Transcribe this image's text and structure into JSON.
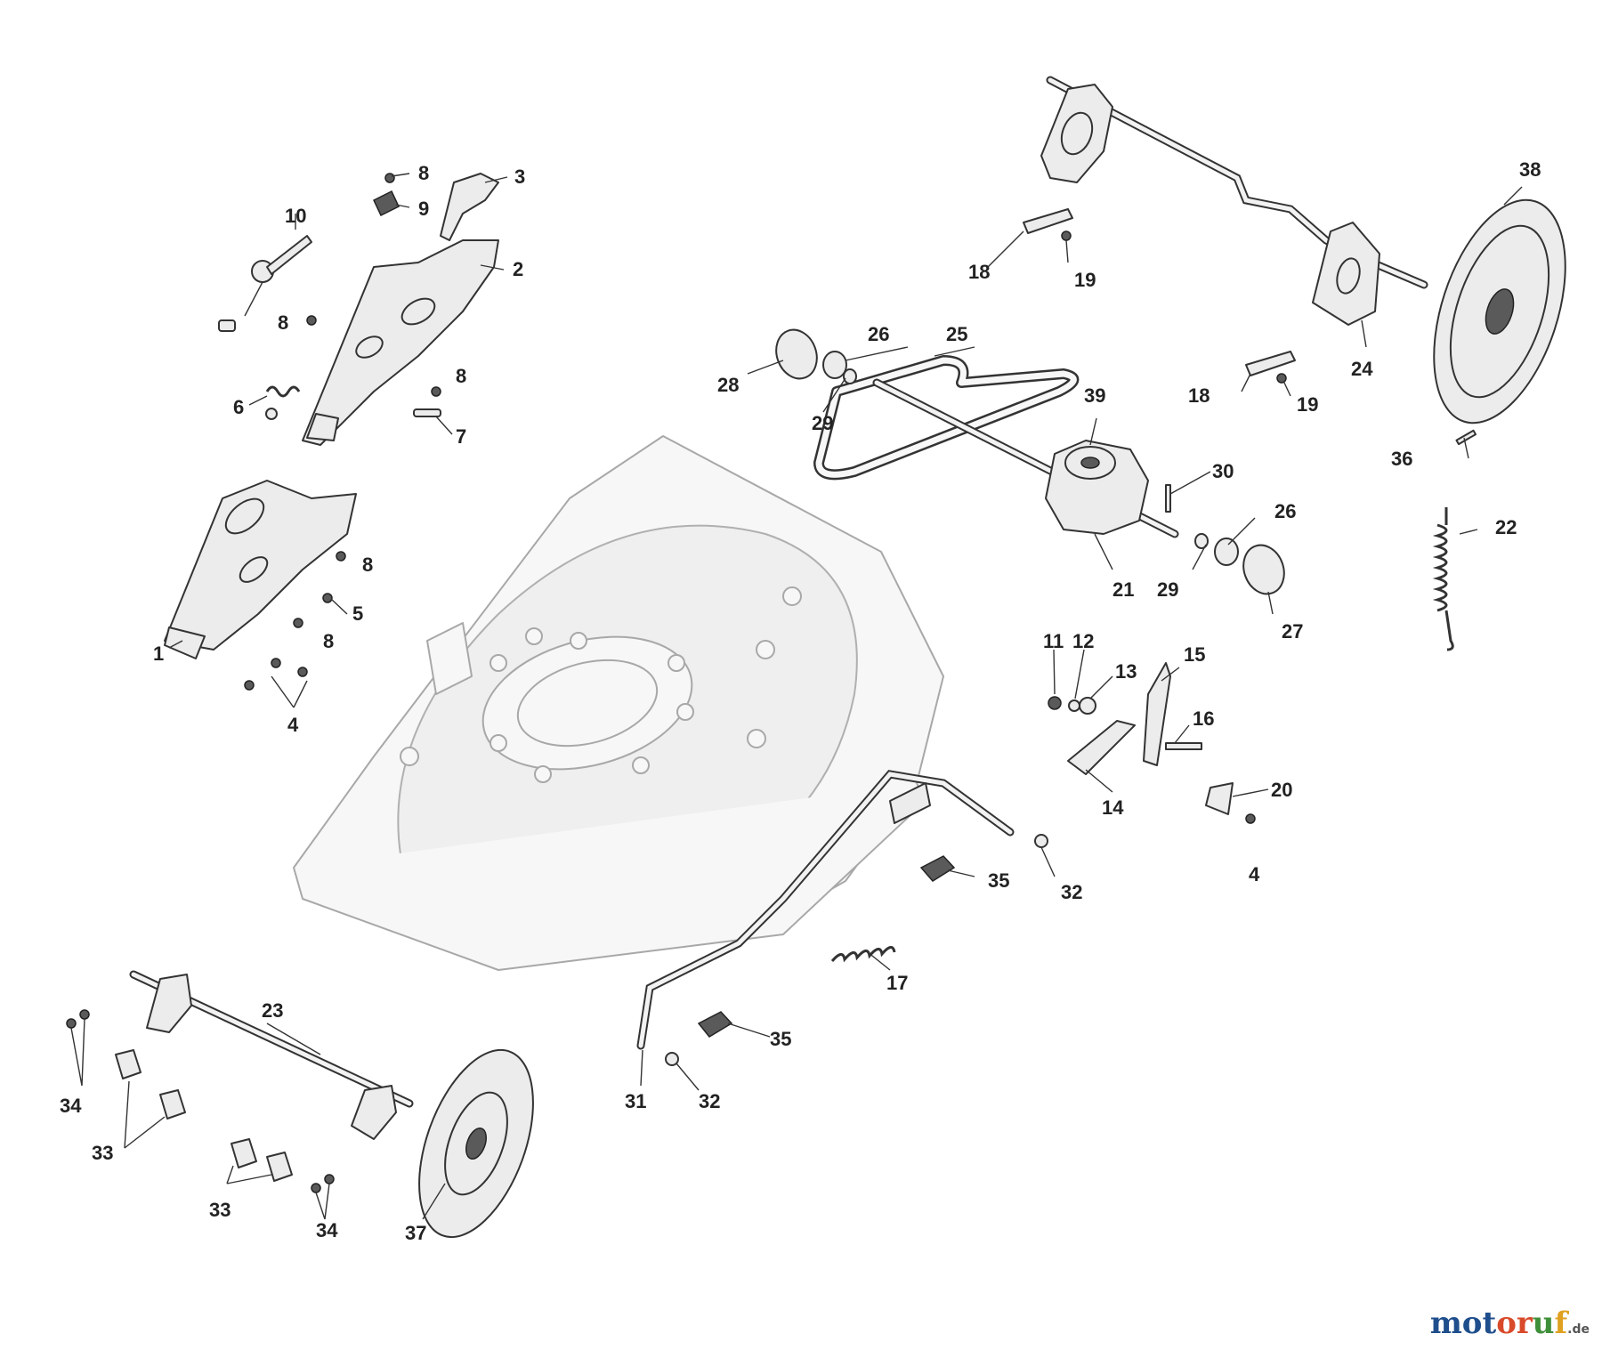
{
  "diagram": {
    "callout_labels": [
      "1",
      "2",
      "3",
      "4",
      "5",
      "6",
      "7",
      "8",
      "9",
      "10",
      "11",
      "12",
      "13",
      "14",
      "15",
      "16",
      "17",
      "18",
      "19",
      "20",
      "21",
      "22",
      "23",
      "24",
      "25",
      "26",
      "27",
      "28",
      "29",
      "30",
      "31",
      "32",
      "33",
      "34",
      "35",
      "36",
      "37",
      "38",
      "39"
    ]
  },
  "watermark": {
    "brand_parts": [
      "mot",
      "or",
      "u",
      "f"
    ],
    "suffix": ".de",
    "colors": [
      "#1f4e8c",
      "#d94a2a",
      "#3f8f3a",
      "#e0a020"
    ]
  }
}
